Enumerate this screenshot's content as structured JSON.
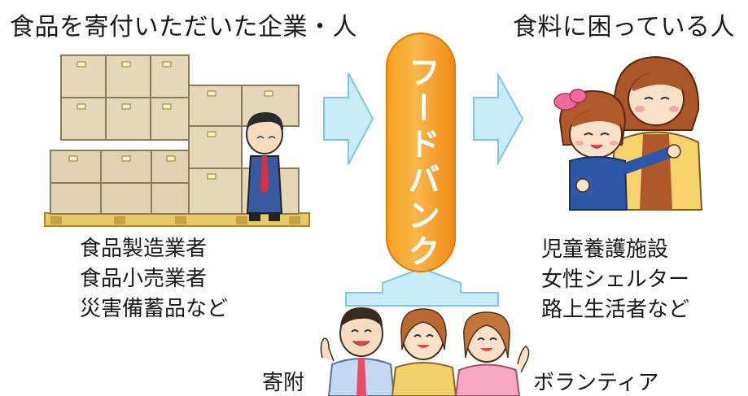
{
  "donors": {
    "heading": "食品を寄付いただいた企業・人",
    "lines": [
      "食品製造業者",
      "食品小売業者",
      "災害備蓄品など"
    ]
  },
  "recipients": {
    "heading": "食料に困っている人",
    "lines": [
      "児童養護施設",
      "女性シェルター",
      "路上生活者など"
    ]
  },
  "foodbank": {
    "label": "フードバンク"
  },
  "supporters": {
    "donation": "寄附",
    "volunteer": "ボランティア"
  },
  "colors": {
    "arrow": "#bfe6f8",
    "pill": "#f7a11e",
    "box": "#e6d7b8"
  }
}
